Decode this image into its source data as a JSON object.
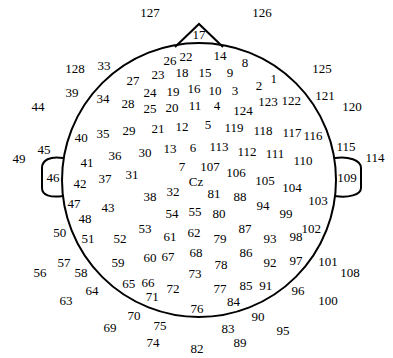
{
  "diagram": {
    "labels": [
      "1",
      "2",
      "3",
      "4",
      "5",
      "6",
      "7",
      "8",
      "9",
      "10",
      "11",
      "12",
      "13",
      "14",
      "15",
      "16",
      "17",
      "18",
      "19",
      "20",
      "21",
      "22",
      "23",
      "24",
      "25",
      "26",
      "27",
      "28",
      "29",
      "30",
      "31",
      "32",
      "33",
      "34",
      "35",
      "36",
      "37",
      "38",
      "39",
      "40",
      "41",
      "42",
      "43",
      "44",
      "45",
      "46",
      "47",
      "48",
      "49",
      "50",
      "51",
      "52",
      "53",
      "54",
      "55",
      "56",
      "57",
      "58",
      "59",
      "60",
      "61",
      "62",
      "63",
      "64",
      "65",
      "66",
      "67",
      "68",
      "69",
      "70",
      "71",
      "72",
      "73",
      "74",
      "75",
      "76",
      "77",
      "78",
      "79",
      "80",
      "81",
      "82",
      "83",
      "84",
      "85",
      "86",
      "87",
      "88",
      "89",
      "90",
      "91",
      "92",
      "93",
      "94",
      "95",
      "96",
      "97",
      "98",
      "99",
      "100",
      "101",
      "102",
      "103",
      "104",
      "105",
      "106",
      "107",
      "108",
      "109",
      "110",
      "111",
      "112",
      "113",
      "114",
      "115",
      "116",
      "117",
      "118",
      "119",
      "120",
      "121",
      "122",
      "123",
      "124",
      "125",
      "126",
      "127",
      "128",
      "Cz"
    ]
  }
}
